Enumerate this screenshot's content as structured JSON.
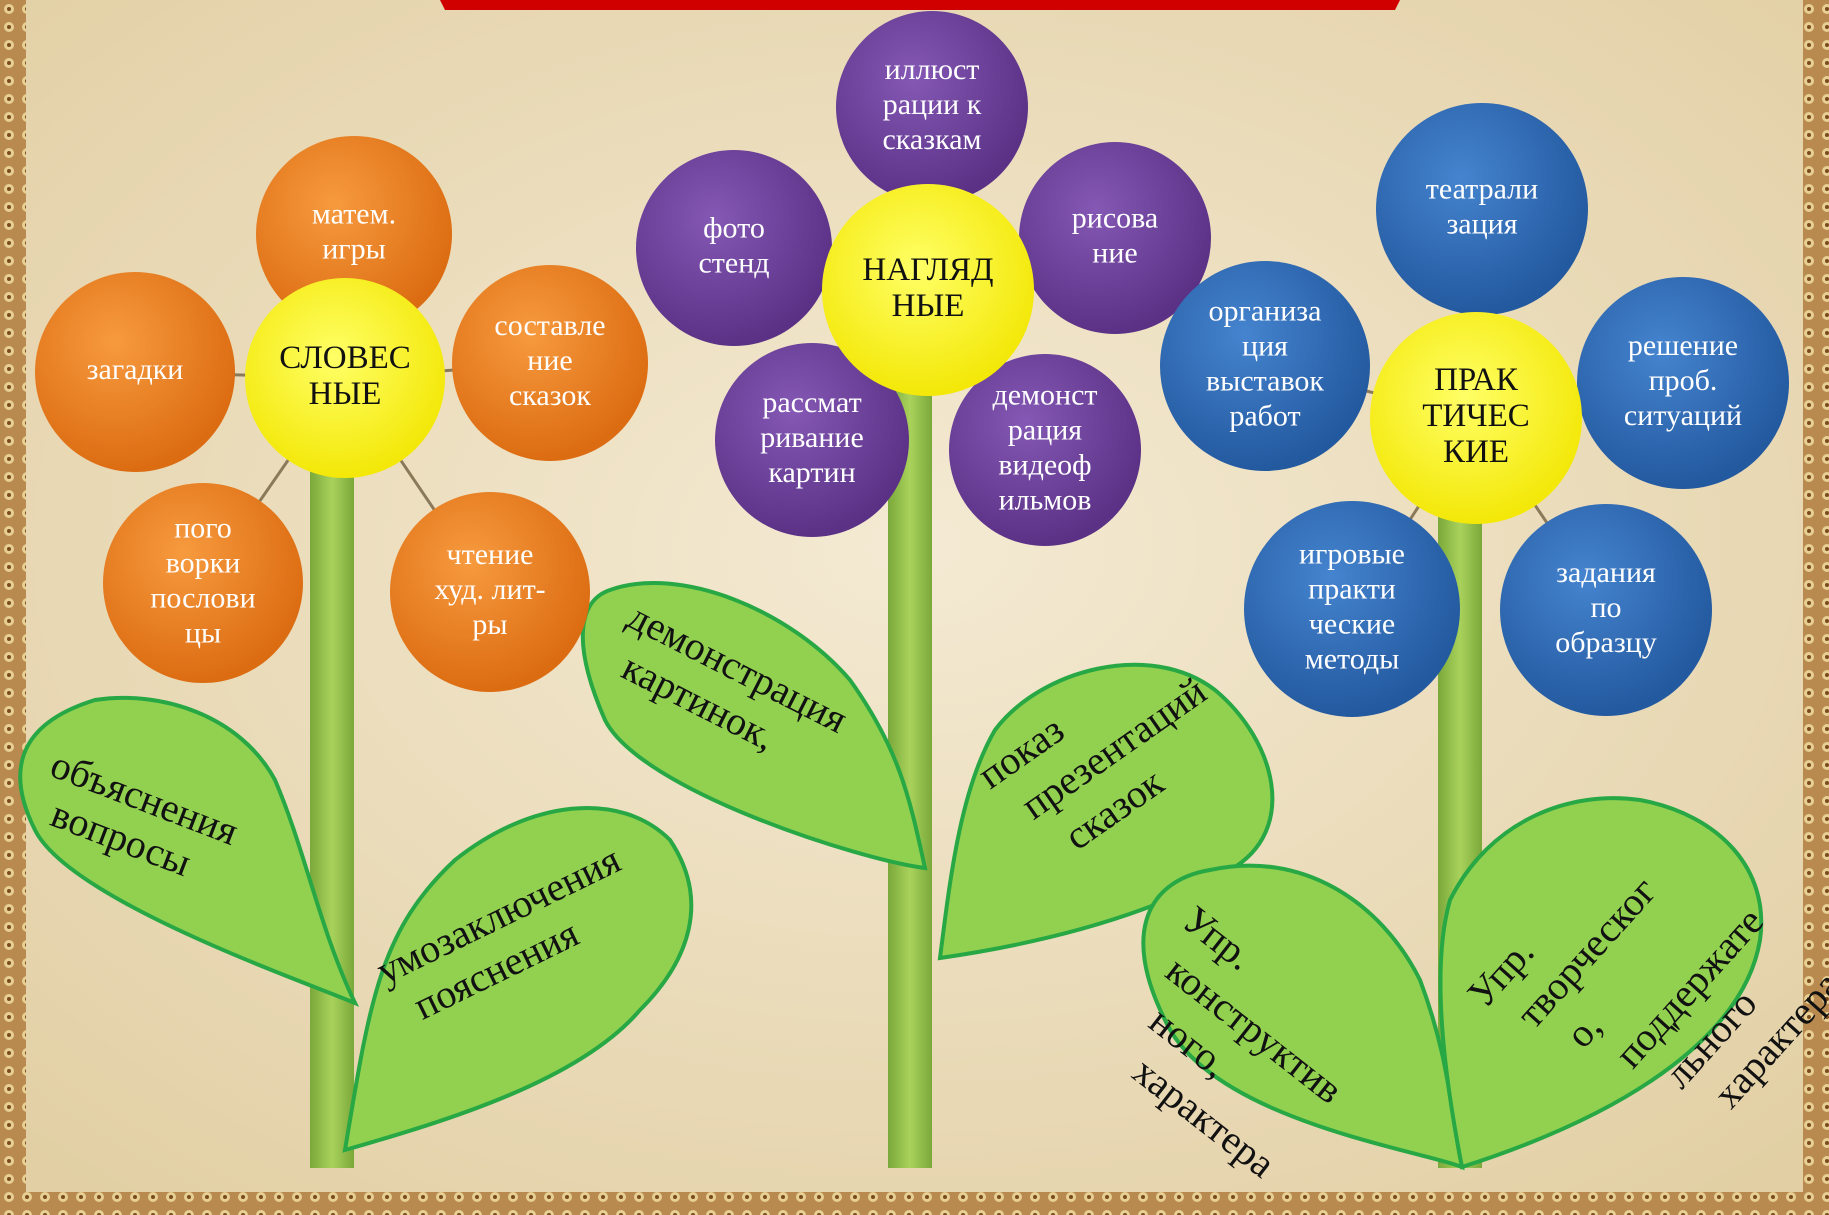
{
  "colors": {
    "background": "#efe3c4",
    "frame": "#8a5a2a",
    "stem": "#8bbf45",
    "leaf_fill": "#92d050",
    "leaf_stroke": "#27a844",
    "center": "#ffff00",
    "orange": "#ea7a1a",
    "purple": "#6c3e98",
    "blue": "#2e6cb8",
    "title": "#d00000"
  },
  "flowers": [
    {
      "theme": "orange",
      "center": [
        "СЛОВЕС",
        "НЫЕ"
      ],
      "petals": [
        {
          "lines": [
            "матем.",
            "игры"
          ]
        },
        {
          "lines": [
            "составле",
            "ние",
            "сказок"
          ]
        },
        {
          "lines": [
            "чтение",
            "худ. лит-",
            "ры"
          ]
        },
        {
          "lines": [
            "пого",
            "ворки",
            "послови",
            "цы"
          ]
        },
        {
          "lines": [
            "загадки"
          ]
        }
      ]
    },
    {
      "theme": "purple",
      "center": [
        "НАГЛЯД",
        "НЫЕ"
      ],
      "petals": [
        {
          "lines": [
            "иллюст",
            "рации к",
            "сказкам"
          ]
        },
        {
          "lines": [
            "рисова",
            "ние"
          ]
        },
        {
          "lines": [
            "демонст",
            "рация",
            "видеоф",
            "ильмов"
          ]
        },
        {
          "lines": [
            "рассмат",
            "ривание",
            "картин"
          ]
        },
        {
          "lines": [
            "фото",
            "стенд"
          ]
        }
      ]
    },
    {
      "theme": "blue",
      "center": [
        "ПРАК",
        "ТИЧЕС",
        "КИЕ"
      ],
      "petals": [
        {
          "lines": [
            "театрали",
            "зация"
          ]
        },
        {
          "lines": [
            "решение",
            "проб.",
            "ситуаций"
          ]
        },
        {
          "lines": [
            "задания",
            "по",
            "образцу"
          ]
        },
        {
          "lines": [
            "игровые",
            "практи",
            "ческие",
            "методы"
          ]
        },
        {
          "lines": [
            "организа",
            "ция",
            "выставок",
            "работ"
          ]
        }
      ]
    }
  ],
  "leaves": [
    {
      "lines": [
        "объяснения",
        "вопросы"
      ]
    },
    {
      "lines": [
        "умозаключения",
        "пояснения"
      ]
    },
    {
      "lines": [
        "демонстрация",
        "картинок,"
      ]
    },
    {
      "lines": [
        "показ",
        "презентаций",
        "сказок"
      ]
    },
    {
      "lines": [
        "Упр.",
        "конструктив",
        "ного,",
        "характера"
      ]
    },
    {
      "lines": [
        "Упр.",
        "творческог",
        "о,",
        "поддержате",
        "льного",
        "характера"
      ]
    }
  ]
}
